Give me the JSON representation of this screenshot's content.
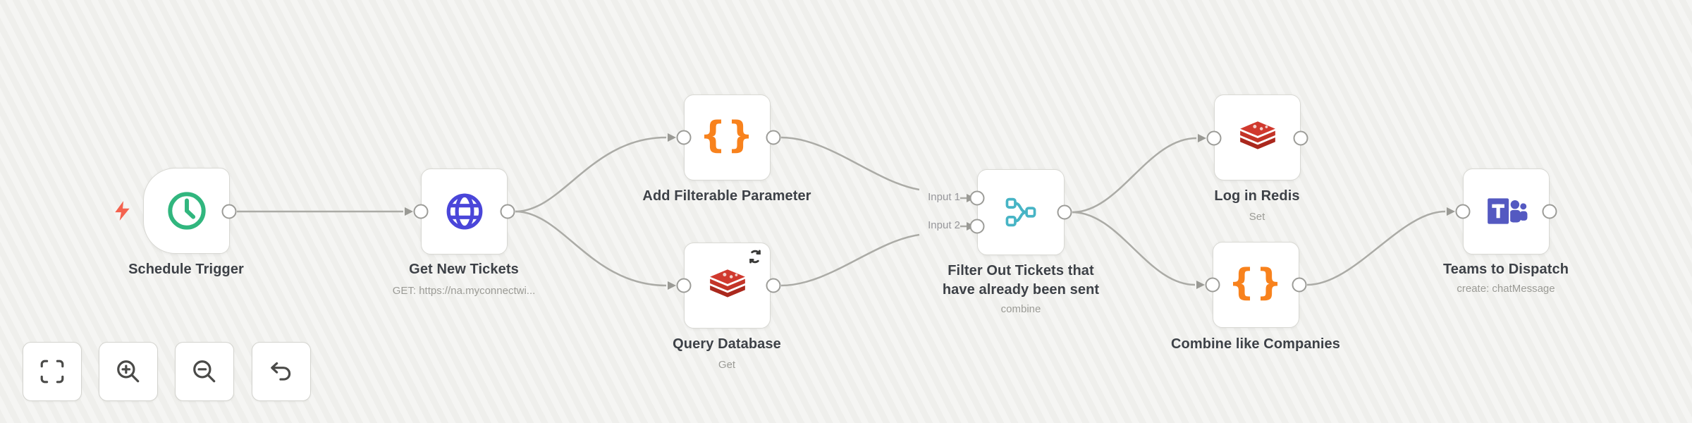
{
  "theme": {
    "canvas_bg": "#f5f5f3",
    "canvas_stripe": "#efefec",
    "node_bg": "#ffffff",
    "node_border": "#d9d9d4",
    "edge": "#ababa6",
    "arrow": "#9a9a95",
    "port_stroke": "#9c9c98",
    "title_text": "#3d4147",
    "subtitle_text": "#9b9b96",
    "input_label_text": "#97979b",
    "trigger_green": "#31b67e",
    "http_indigo": "#4a46d9",
    "code_orange": "#f8821d",
    "redis_red": "#d0392e",
    "merge_teal": "#47b4c5",
    "teams_purple": "#5459c1",
    "bolt_coral": "#f4624e",
    "control_icon": "#4a4a48"
  },
  "icons": {
    "curly_braces": "{}"
  },
  "workflow": {
    "nodes": [
      {
        "id": "schedule-trigger",
        "label": "Schedule Trigger",
        "icon": "clock-icon",
        "shape": "trigger"
      },
      {
        "id": "get-new-tickets",
        "label": "Get New Tickets",
        "subtitle": "GET: https://na.myconnectwi...",
        "icon": "globe-icon"
      },
      {
        "id": "add-filterable-parameter",
        "label": "Add Filterable Parameter",
        "icon": "curly-braces-icon"
      },
      {
        "id": "query-database",
        "label": "Query Database",
        "subtitle": "Get",
        "icon": "redis-icon",
        "badge": "retry-icon"
      },
      {
        "id": "filter-out-tickets",
        "label_line1": "Filter Out Tickets that",
        "label_line2": "have already been sent",
        "subtitle": "combine",
        "icon": "merge-icon",
        "input_labels": [
          "Input 1",
          "Input 2"
        ]
      },
      {
        "id": "log-in-redis",
        "label": "Log in Redis",
        "subtitle": "Set",
        "icon": "redis-icon"
      },
      {
        "id": "combine-like-companies",
        "label": "Combine like Companies",
        "icon": "curly-braces-icon"
      },
      {
        "id": "teams-to-dispatch",
        "label": "Teams to Dispatch",
        "subtitle": "create: chatMessage",
        "icon": "teams-icon"
      }
    ]
  },
  "controls": {
    "buttons": [
      {
        "name": "zoom-to-fit",
        "icon": "fit-view-icon"
      },
      {
        "name": "zoom-in",
        "icon": "zoom-in-icon"
      },
      {
        "name": "zoom-out",
        "icon": "zoom-out-icon"
      },
      {
        "name": "undo",
        "icon": "undo-icon"
      }
    ]
  }
}
